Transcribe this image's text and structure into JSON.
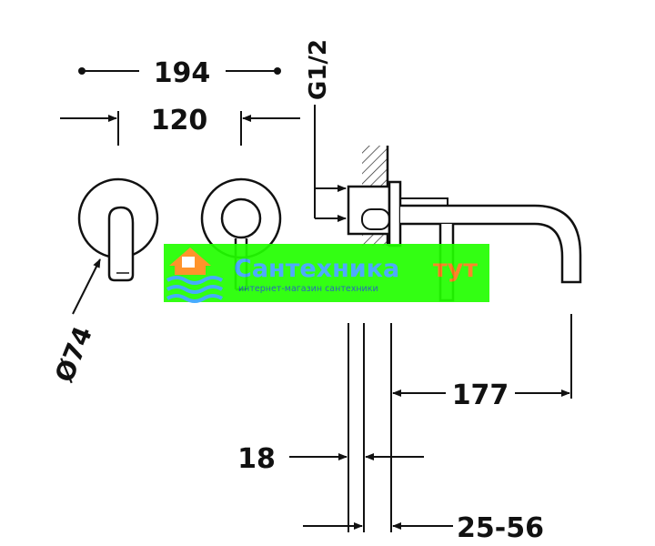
{
  "dimensions": {
    "overall_width": "194",
    "handle_spacing": "120",
    "thread": "G1/2",
    "rosette_diameter": "Ø74",
    "spout_projection": "177",
    "plate_thickness": "18",
    "wall_adjustment": "25-56"
  },
  "watermark": {
    "brand_part1": "Сантехника",
    "brand_part2": "тут",
    "tagline": "интернет-магазин сантехники",
    "colors": {
      "band": "#22ff00",
      "text_blue": "#3fa3ff",
      "text_orange": "#ff7a1a",
      "logo_orange": "#ff8c1a",
      "logo_blue": "#37a6ff"
    }
  },
  "colors": {
    "line": "#111111",
    "hatch": "#333333"
  }
}
